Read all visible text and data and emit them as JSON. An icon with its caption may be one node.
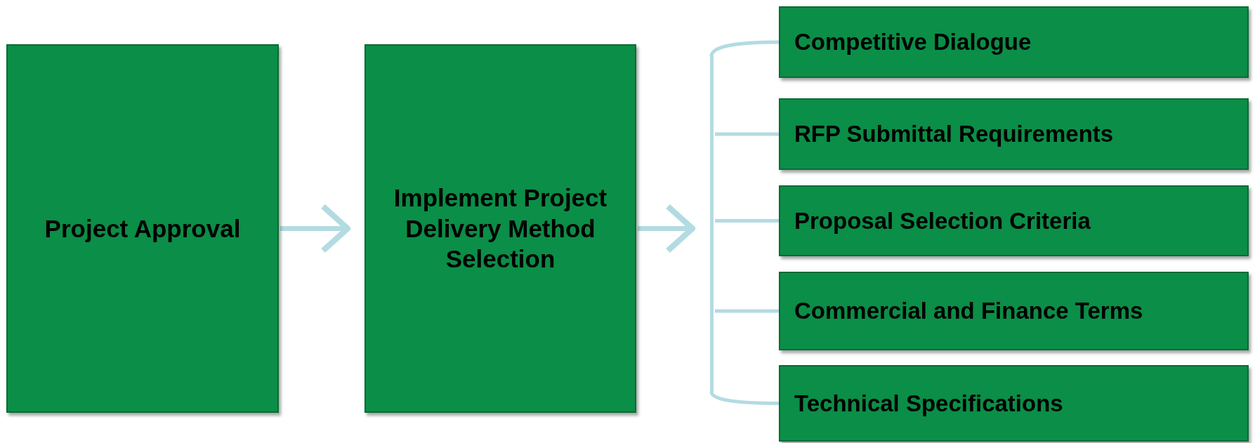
{
  "diagram": {
    "nodes": [
      {
        "text": [
          "Project Approval"
        ]
      },
      {
        "text": [
          "Implement Project Delivery Method Selection"
        ]
      },
      {
        "text": [],
        "shape": "bar"
      },
      {
        "text": [
          "Competitive Dialogue"
        ]
      },
      {
        "text": [
          "RFP Submittal Requirements"
        ]
      },
      {
        "text": [
          "Proposal Selection Criteria"
        ]
      },
      {
        "text": [
          "Commercial and Finance Terms"
        ]
      },
      {
        "text": [
          "Technical Specifications"
        ]
      }
    ],
    "edges": [
      {
        "from": 0,
        "to": 1,
        "arrow": "to"
      },
      {
        "from": 1,
        "to": 2,
        "arrow": "to"
      },
      {
        "from": 2,
        "to": 3,
        "arrow": "none"
      },
      {
        "from": 2,
        "to": 4,
        "arrow": "none"
      },
      {
        "from": 2,
        "to": 5,
        "arrow": "none"
      },
      {
        "from": 2,
        "to": 6,
        "arrow": "none"
      },
      {
        "from": 2,
        "to": 7,
        "arrow": "none"
      }
    ]
  }
}
